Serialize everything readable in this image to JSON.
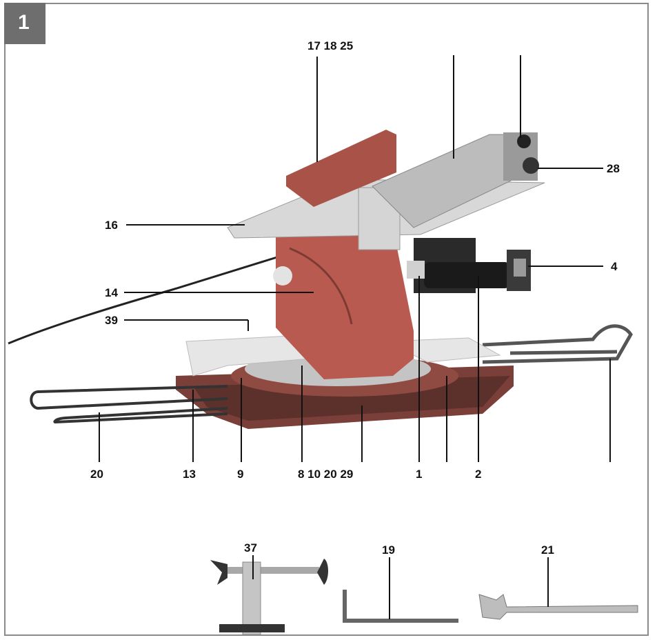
{
  "figure_number": "1",
  "labels": {
    "l17_18_25": "17 18 25",
    "l28": "28",
    "l16": "16",
    "l4": "4",
    "l14": "14",
    "l39": "39",
    "l20a": "20",
    "l13": "13",
    "l9": "9",
    "l8_10_20_29": "8 10 20 29",
    "l1": "1",
    "l2": "2",
    "l37": "37",
    "l19": "19",
    "l21": "21"
  },
  "colors": {
    "saw_body": "#b85a50",
    "table": "#d8d8d8",
    "metal": "#9c9c9c",
    "dark": "#2a2a2a",
    "base": "#7a3f38"
  }
}
